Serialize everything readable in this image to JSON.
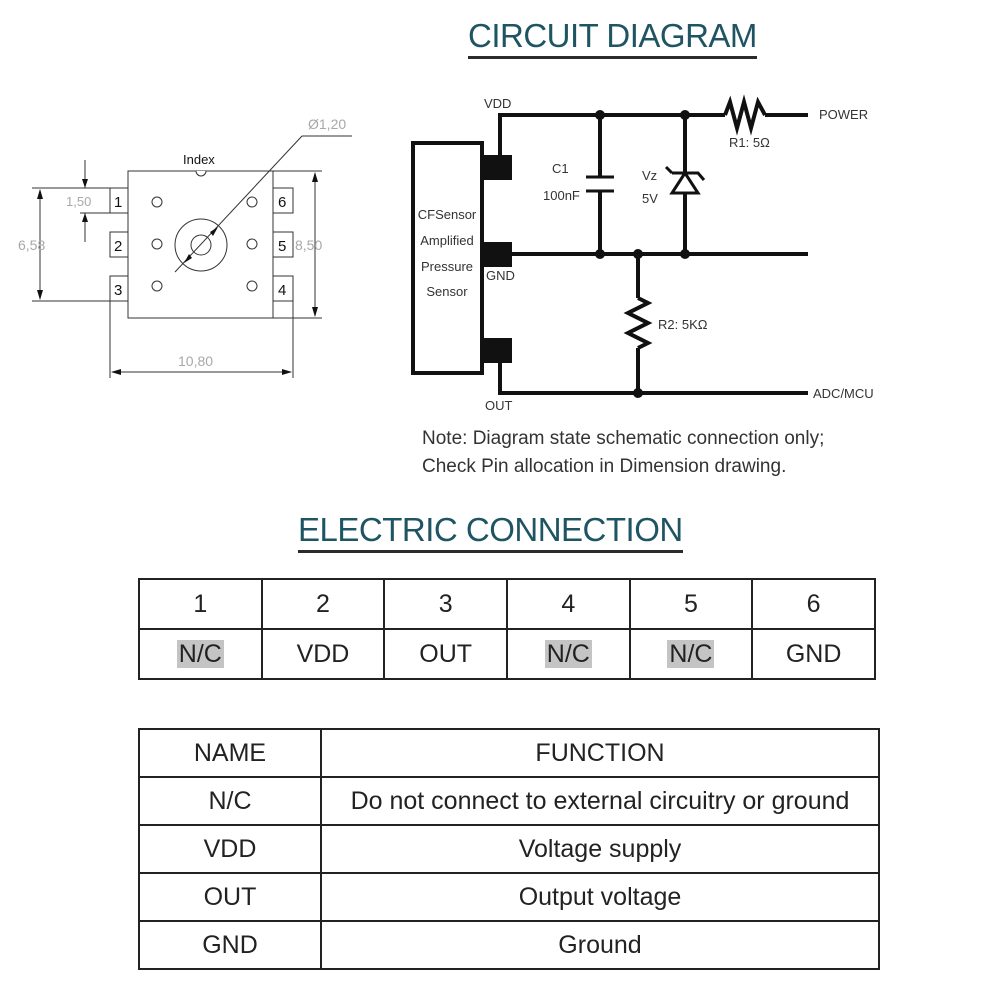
{
  "titles": {
    "circuit": "CIRCUIT DIAGRAM",
    "electric": "ELECTRIC CONNECTION"
  },
  "dimension_drawing": {
    "index_label": "Index",
    "diameter_label": "Ø1,20",
    "pin_pitch": "1,50",
    "pin_span": "6,58",
    "body_height": "8,50",
    "overall_width": "10,80",
    "pins": [
      "1",
      "2",
      "3",
      "4",
      "5",
      "6"
    ]
  },
  "circuit": {
    "vdd_label": "VDD",
    "gnd_label": "GND",
    "out_label": "OUT",
    "sensor_lines": [
      "CFSensor",
      "Amplified",
      "Pressure",
      "Sensor"
    ],
    "c1_name": "C1",
    "c1_value": "100nF",
    "zener_name": "Vz",
    "zener_value": "5V",
    "r1_label": "R1: 5Ω",
    "r2_label": "R2: 5KΩ",
    "power_label": "POWER",
    "adc_label": "ADC/MCU"
  },
  "note": {
    "line1": "Note: Diagram state schematic connection only;",
    "line2": "Check Pin allocation in Dimension drawing."
  },
  "pin_table": {
    "numbers": [
      "1",
      "2",
      "3",
      "4",
      "5",
      "6"
    ],
    "names": [
      "N/C",
      "VDD",
      "OUT",
      "N/C",
      "N/C",
      "GND"
    ],
    "highlighted": [
      true,
      false,
      false,
      true,
      true,
      false
    ],
    "highlight_color": "#c4c4c4"
  },
  "function_table": {
    "headers": [
      "NAME",
      "FUNCTION"
    ],
    "rows": [
      {
        "name": "N/C",
        "function": "Do not connect to external circuitry or ground"
      },
      {
        "name": "VDD",
        "function": "Voltage supply"
      },
      {
        "name": "OUT",
        "function": "Output voltage"
      },
      {
        "name": "GND",
        "function": "Ground"
      }
    ]
  },
  "colors": {
    "title": "#1f5563",
    "dimension_text": "#a8a8a8",
    "line": "#111111"
  }
}
